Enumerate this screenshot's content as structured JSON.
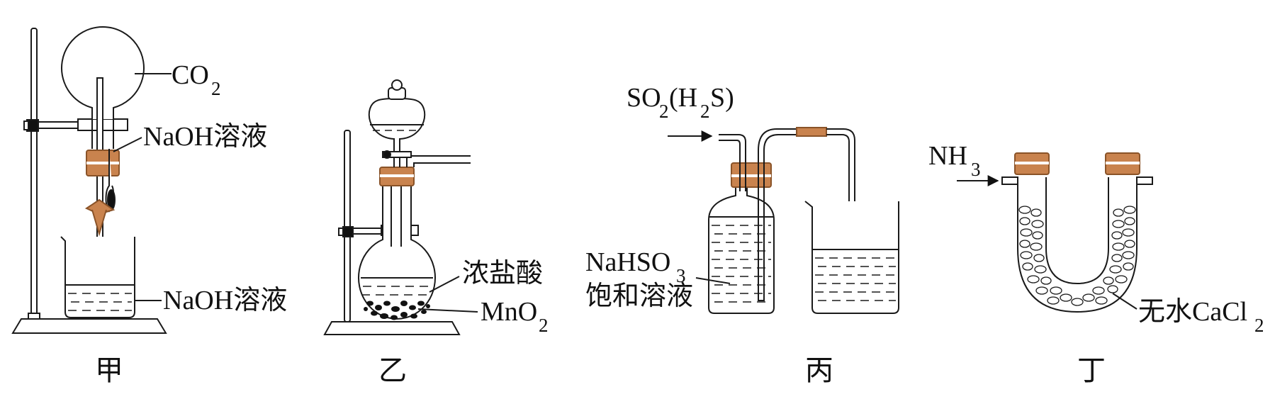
{
  "colors": {
    "ink": "#1a1a1a",
    "stopper": "#c9834e",
    "stopper_dark": "#8a5328",
    "liquid_line": "#333333"
  },
  "apparatus_jia": {
    "caption": "甲",
    "gas_label": "CO",
    "gas_sub": "2",
    "dropper_label": "NaOH溶液",
    "beaker_label": "NaOH溶液"
  },
  "apparatus_yi": {
    "caption": "乙",
    "acid_label": "浓盐酸",
    "solid_label": "MnO",
    "solid_sub": "2"
  },
  "apparatus_bing": {
    "caption": "丙",
    "gas_a": "SO",
    "gas_a_sub": "2",
    "gas_b_open": "(H",
    "gas_b_sub": "2",
    "gas_b_close": "S)",
    "solution_line1": "NaHSO",
    "solution_sub": "3",
    "solution_line2": "饱和溶液"
  },
  "apparatus_ding": {
    "caption": "丁",
    "gas": "NH",
    "gas_sub": "3",
    "desiccant": "无水CaCl",
    "desiccant_sub": "2"
  }
}
